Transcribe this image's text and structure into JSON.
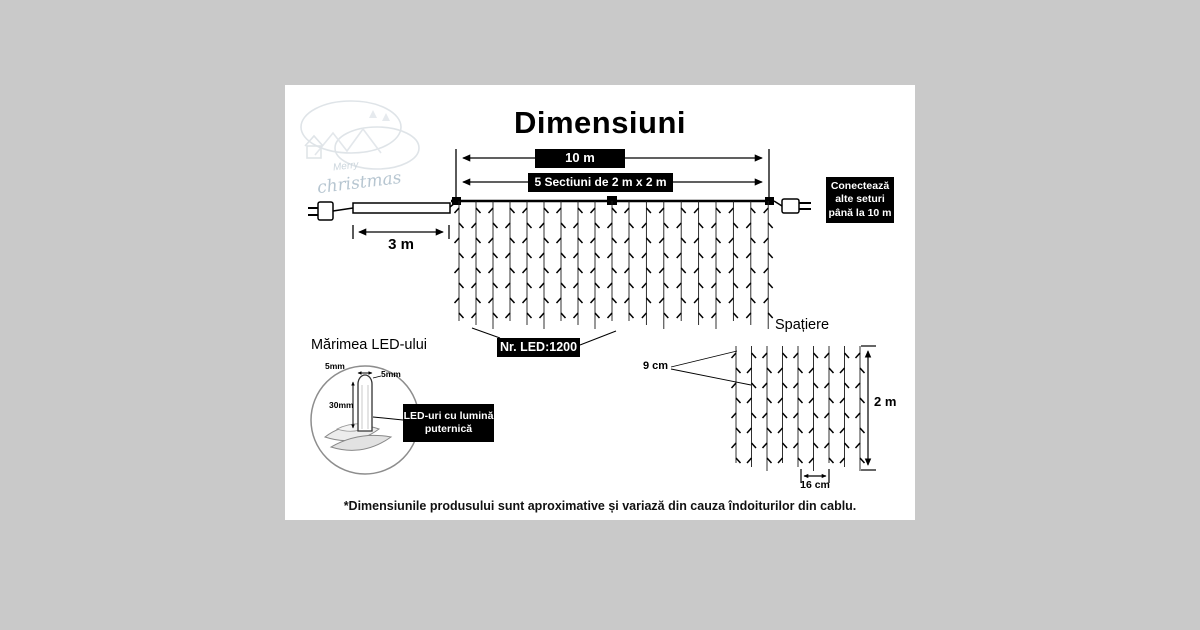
{
  "title": "Dimensiuni",
  "watermark": {
    "merry": "Merry",
    "christmas": "christmas"
  },
  "top_diagram": {
    "total_length_label": "10 m",
    "sections_label": "5  Sectiuni de  2 m x 2 m",
    "lead_length_label": "3 m",
    "connect_note": "Conectează\nalte seturi\npână la 10 m",
    "led_count_label": "Nr. LED:1200"
  },
  "led_size": {
    "heading": "Mărimea LED-ului",
    "width_label": "5mm",
    "cap_label": "5mm",
    "height_label": "30mm",
    "note": "LED-uri cu lumină\nputernică"
  },
  "spacing": {
    "heading": "Spațiere",
    "horizontal_gap_label": "9 cm",
    "height_label": "2 m",
    "vertical_gap_label": "16 cm"
  },
  "footnote": "*Dimensiunile produsului sunt aproximative și variază din cauza îndoiturilor din cablu."
}
